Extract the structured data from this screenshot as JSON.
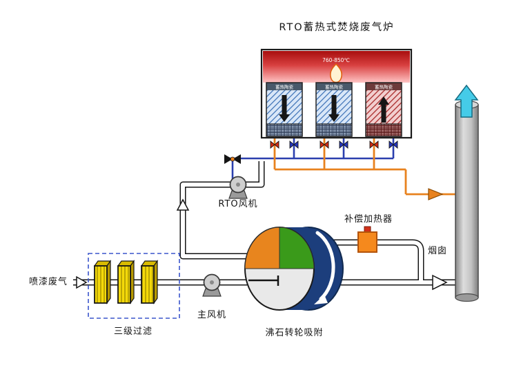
{
  "diagram": {
    "title": "RTO蓄热式焚烧废气炉",
    "furnace": {
      "temp": "760-850℃",
      "beds": [
        {
          "label": "蓄热陶瓷",
          "flow": "down"
        },
        {
          "label": "蓄热陶瓷",
          "flow": "down"
        },
        {
          "label": "蓄热陶瓷",
          "flow": "up"
        }
      ]
    },
    "labels": {
      "inlet": "喷漆废气",
      "filter": "三级过滤",
      "main_fan": "主风机",
      "rotor": "沸石转轮吸附",
      "rto_fan": "RTO风机",
      "heater": "补偿加热器",
      "chimney": "烟囱"
    },
    "colors": {
      "hot_pipe": "#e8821e",
      "cold_pipe": "#2b3fae",
      "combustion_red": "#b51212",
      "chimney_gray": "#c0c0c0",
      "filter_yellow": "#f4d90a",
      "rotor_rim_navy": "#1c3e7c",
      "rotor_adsorb_orange": "#e8851e",
      "rotor_regen_green": "#3a9a1a",
      "outflow_cyan": "#45cbe8"
    }
  }
}
